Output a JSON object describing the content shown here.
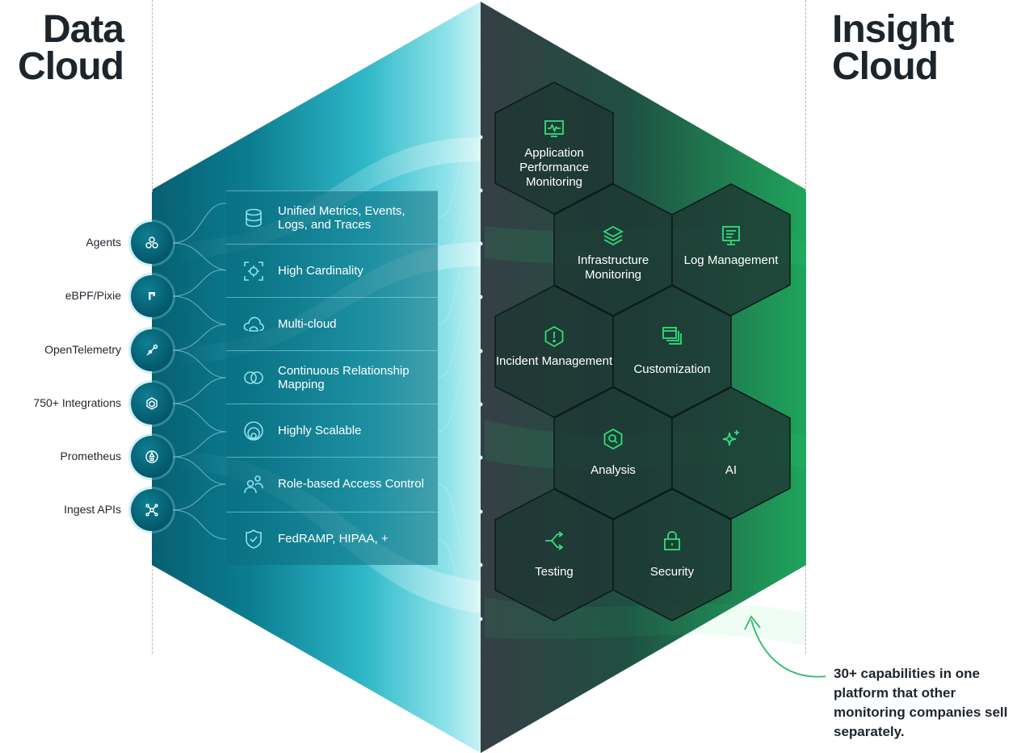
{
  "left_title": [
    "Data",
    "Cloud"
  ],
  "right_title": [
    "Insight",
    "Cloud"
  ],
  "sources": [
    {
      "label": "Agents",
      "icon": "agents-icon"
    },
    {
      "label": "eBPF/Pixie",
      "icon": "pixie-icon"
    },
    {
      "label": "OpenTelemetry",
      "icon": "telescope-icon"
    },
    {
      "label": "750+ Integrations",
      "icon": "cube-icon"
    },
    {
      "label": "Prometheus",
      "icon": "prometheus-icon"
    },
    {
      "label": "Ingest APIs",
      "icon": "network-icon"
    }
  ],
  "features": [
    {
      "label": "Unified Metrics, Events, Logs, and Traces",
      "icon": "database-icon"
    },
    {
      "label": "High Cardinality",
      "icon": "focus-icon"
    },
    {
      "label": "Multi-cloud",
      "icon": "cloud-icon"
    },
    {
      "label": "Continuous Relationship Mapping",
      "icon": "overlap-circles-icon"
    },
    {
      "label": "Highly Scalable",
      "icon": "concentric-circles-icon"
    },
    {
      "label": "Role-based Access Control",
      "icon": "users-icon"
    },
    {
      "label": "FedRAMP, HIPAA, +",
      "icon": "shield-check-icon"
    }
  ],
  "capabilities": [
    {
      "label": "Application Performance Monitoring",
      "icon": "monitor-pulse-icon"
    },
    {
      "label": "Infrastructure Monitoring",
      "icon": "layers-icon"
    },
    {
      "label": "Log Management",
      "icon": "log-screen-icon"
    },
    {
      "label": "Incident Management",
      "icon": "alert-hexagon-icon"
    },
    {
      "label": "Customization",
      "icon": "windows-icon"
    },
    {
      "label": "Analysis",
      "icon": "search-hexagon-icon"
    },
    {
      "label": "AI",
      "icon": "sparkle-icon"
    },
    {
      "label": "Testing",
      "icon": "branch-arrows-icon"
    },
    {
      "label": "Security",
      "icon": "lock-icon"
    }
  ],
  "callout": "30+ capabilities in one platform that other monitoring companies sell separately.",
  "colors": {
    "accent_green": "#2fe07a",
    "teal": "#0b6f82",
    "dark_slate": "#2b3a3d",
    "text": "#1d252c"
  }
}
